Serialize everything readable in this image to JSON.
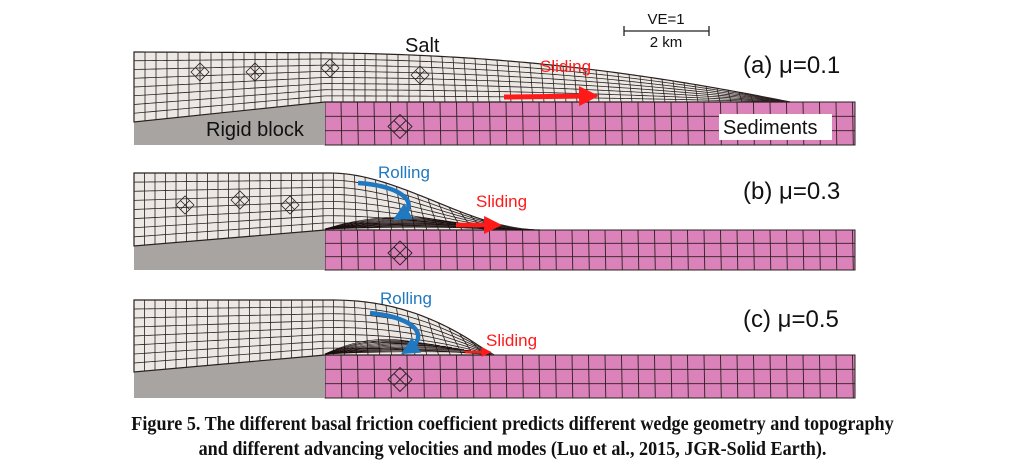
{
  "figure": {
    "scale_bar": {
      "top_label": "VE=1",
      "bottom_label": "2 km"
    },
    "colors": {
      "salt": "#ece9e4",
      "sediments": "#dc82ba",
      "rigid_block": "#a8a4a2",
      "mesh_line": "#2a2020",
      "sliding_arrow": "#ff1a1a",
      "rolling_arrow": "#1f78c0"
    },
    "panels": [
      {
        "id": "a",
        "title": "(a) μ=0.1",
        "mu": 0.1,
        "labels": {
          "salt": "Salt",
          "rigid_block": "Rigid block",
          "sediments": "Sediments",
          "sliding": "Sliding"
        },
        "modes": [
          "Sliding"
        ]
      },
      {
        "id": "b",
        "title": "(b) μ=0.3",
        "mu": 0.3,
        "labels": {
          "rolling": "Rolling",
          "sliding": "Sliding"
        },
        "modes": [
          "Rolling",
          "Sliding"
        ]
      },
      {
        "id": "c",
        "title": "(c) μ=0.5",
        "mu": 0.5,
        "labels": {
          "rolling": "Rolling",
          "sliding": "Sliding"
        },
        "modes": [
          "Rolling",
          "Sliding"
        ]
      }
    ]
  },
  "caption": {
    "line1": "Figure 5. The different basal friction coefficient predicts different wedge geometry and topography",
    "line2": "and different advancing velocities and modes (Luo et al., 2015, JGR-Solid Earth)."
  }
}
